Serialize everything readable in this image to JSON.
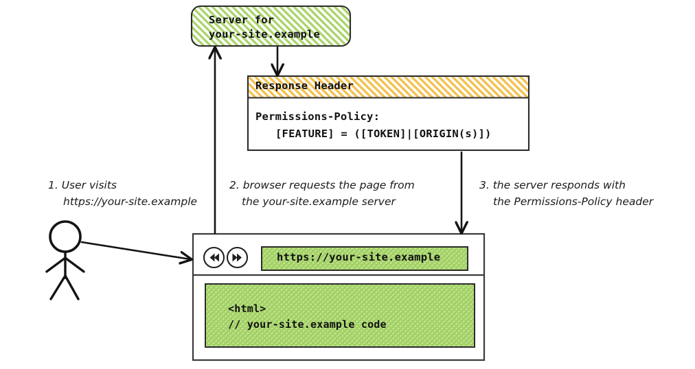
{
  "diagram": {
    "title": "Permissions-Policy response header flow",
    "colors": {
      "green_hatch": "#8cc63f",
      "green_fill": "#d9ecb8",
      "yellow_hatch": "#f0b429",
      "yellow_fill": "#fbe6b4",
      "stroke": "#1a1a1a",
      "background": "#ffffff"
    }
  },
  "server": {
    "name": "server-box",
    "line1": "Server for",
    "line2": "your-site.example"
  },
  "response_header": {
    "title": "Response Header",
    "line1": "Permissions-Policy:",
    "line2": "[FEATURE] = ([TOKEN]|[ORIGIN(s)])"
  },
  "browser": {
    "back_icon": "rewind-icon",
    "forward_icon": "fast-forward-icon",
    "url": "https://your-site.example",
    "code_line1": "<html>",
    "code_line2": "// your-site.example code"
  },
  "actor": {
    "name": "stick-figure-user"
  },
  "annotations": [
    {
      "id": "step-1",
      "line1": "1. User visits",
      "line2": "https://your-site.example"
    },
    {
      "id": "step-2",
      "line1": "2. browser requests the page from",
      "line2": "the your-site.example server"
    },
    {
      "id": "step-3",
      "line1": "3. the server responds with",
      "line2": "the Permissions-Policy header"
    }
  ],
  "arrows": [
    {
      "name": "arrow-user-to-browser",
      "from": "user",
      "to": "browser"
    },
    {
      "name": "arrow-browser-to-server",
      "from": "browser",
      "to": "server"
    },
    {
      "name": "arrow-server-to-response-header",
      "from": "server",
      "to": "response-header"
    },
    {
      "name": "arrow-response-header-to-browser",
      "from": "response-header",
      "to": "browser"
    }
  ]
}
